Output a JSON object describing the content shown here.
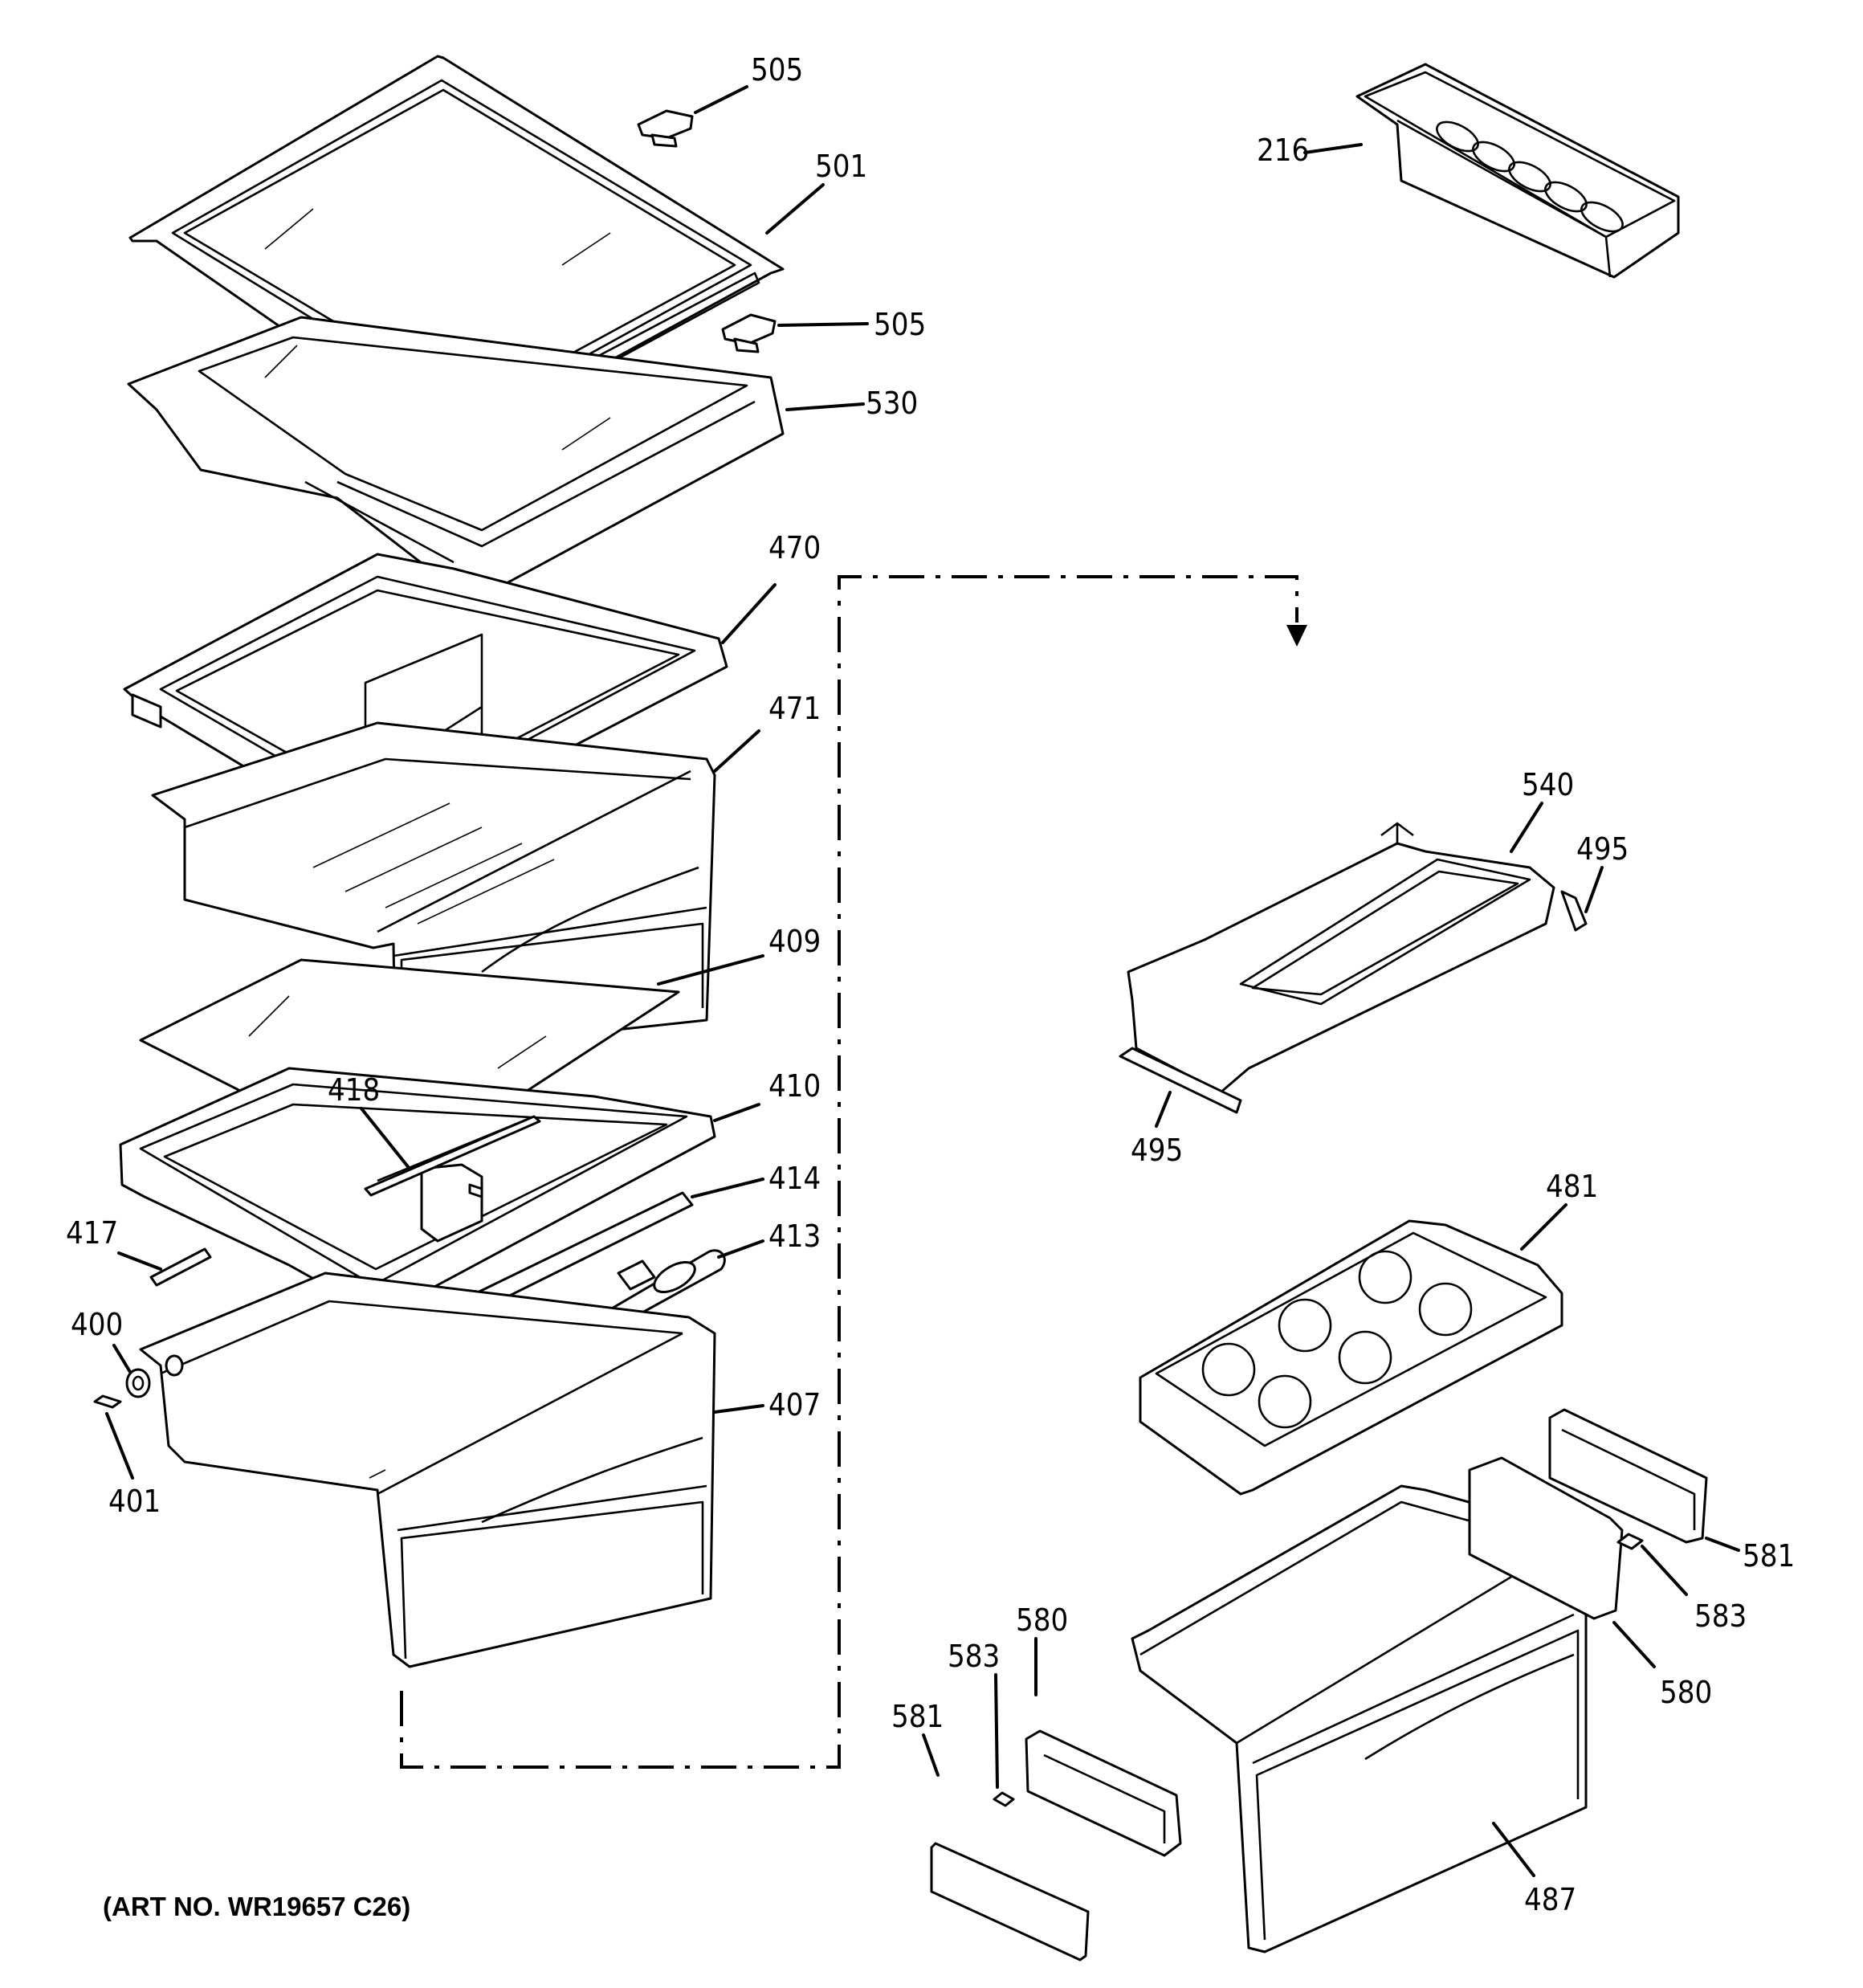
{
  "labels": {
    "l505a": "505",
    "l501": "501",
    "l505b": "505",
    "l530": "530",
    "l470": "470",
    "l471": "471",
    "l409": "409",
    "l418": "418",
    "l410": "410",
    "l414": "414",
    "l417": "417",
    "l413": "413",
    "l400": "400",
    "l401": "401",
    "l407": "407",
    "l216": "216",
    "l540": "540",
    "l495a": "495",
    "l495b": "495",
    "l481": "481",
    "l581a": "581",
    "l583a": "583",
    "l580a": "580",
    "l583b": "583",
    "l580b": "580",
    "l581b": "581",
    "l487": "487"
  },
  "footer": {
    "art_number": "(ART NO. WR19657 C26)"
  }
}
